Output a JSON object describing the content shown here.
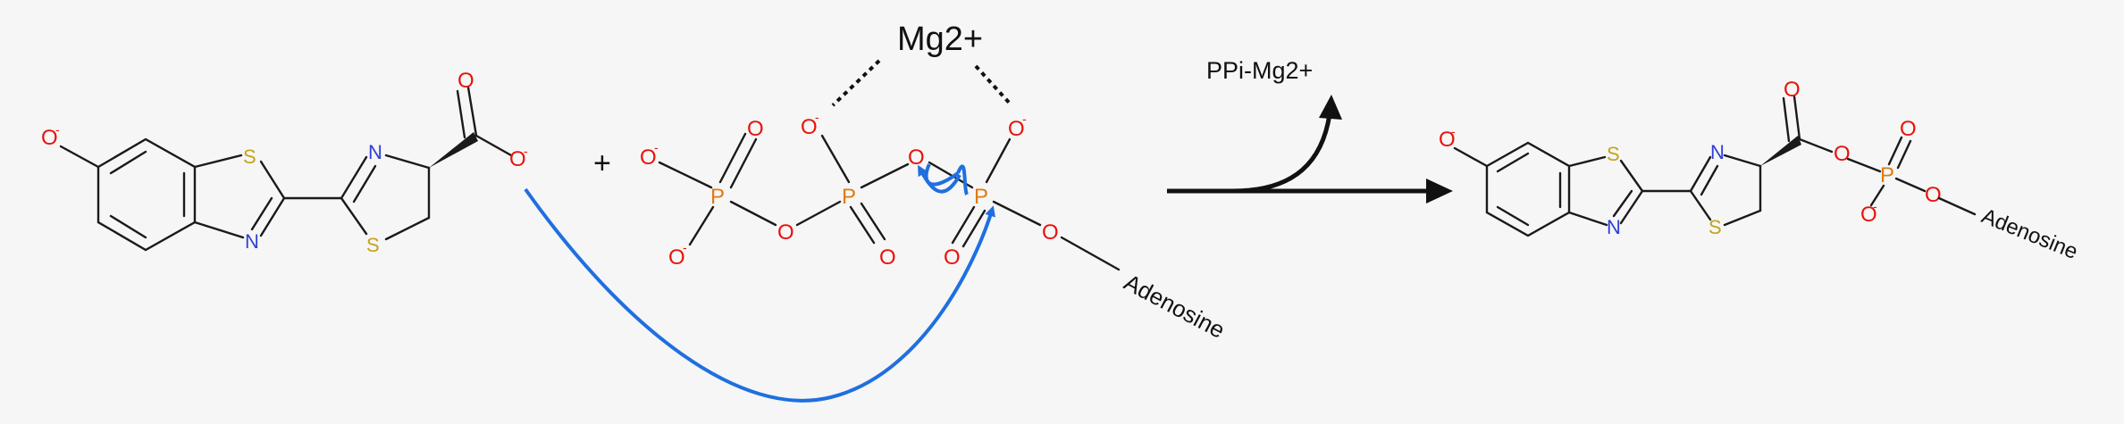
{
  "atoms": {
    "oxygen": "O",
    "phosphorus": "P",
    "nitrogen": "N",
    "sulfur": "S",
    "negative_charge": "-"
  },
  "labels": {
    "plus": "+",
    "magnesium": "Mg2+",
    "byproduct": "PPi-Mg2+",
    "adenosine_left": "Adenosine",
    "adenosine_right": "Adenosine"
  },
  "colors": {
    "oxygen": "#e8120c",
    "phosphorus": "#e07a14",
    "nitrogen": "#2f3fd6",
    "sulfur": "#c6a21a",
    "bond": "#1a1a1a",
    "electron_arrow": "#1f6fe0",
    "background": "#f5f6f5"
  }
}
